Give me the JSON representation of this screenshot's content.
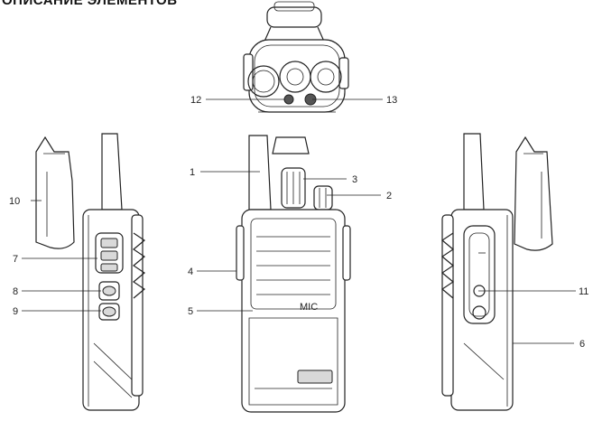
{
  "title": "ОПИСАНИЕ ЭЛЕМЕНТОВ",
  "mic_text": "MIC",
  "callouts": {
    "c1": "1",
    "c2": "2",
    "c3": "3",
    "c4": "4",
    "c5": "5",
    "c6": "6",
    "c7": "7",
    "c8": "8",
    "c9": "9",
    "c10": "10",
    "c11": "11",
    "c12": "12",
    "c13": "13"
  }
}
